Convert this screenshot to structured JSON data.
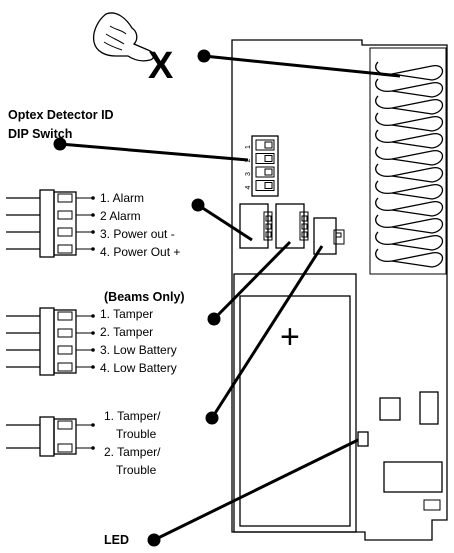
{
  "labels": {
    "dip_title_line1": "Optex Detector ID",
    "dip_title_line2": "DIP Switch",
    "connector1": [
      "1. Alarm",
      "2  Alarm",
      "3. Power out -",
      "4. Power Out +"
    ],
    "beams_header": "(Beams Only)",
    "connector2": [
      "1. Tamper",
      "2. Tamper",
      "3. Low Battery",
      "4. Low Battery"
    ],
    "connector3": [
      "1. Tamper/",
      "Trouble",
      "2. Tamper/",
      "Trouble"
    ],
    "led": "LED",
    "remove_mark": "X",
    "dip_numbers": [
      "1",
      "2",
      "3",
      "4"
    ],
    "battery_symbol": "+"
  },
  "icons": {
    "hand": "hand-pointing-icon"
  }
}
